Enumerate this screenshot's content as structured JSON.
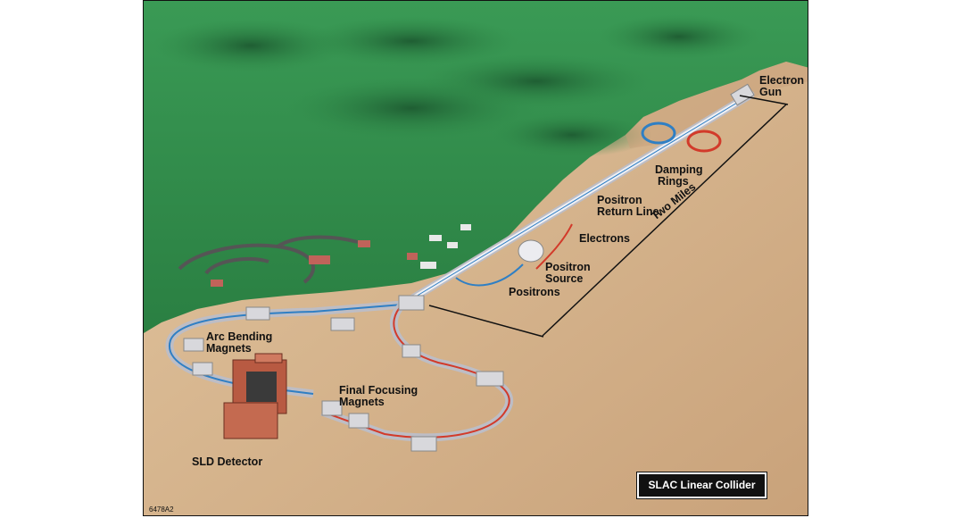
{
  "title": "SLAC Linear Collider",
  "figure_id": "6478A2",
  "labels": {
    "electron_gun": [
      "Electron",
      "Gun"
    ],
    "damping_rings": [
      "Damping",
      "Rings"
    ],
    "positron_return_line": [
      "Positron",
      "Return Line"
    ],
    "electrons": "Electrons",
    "two_miles": "Two Miles",
    "positron_source": [
      "Positron",
      "Source"
    ],
    "positrons": "Positrons",
    "arc_bending_magnets": [
      "Arc Bending",
      "Magnets"
    ],
    "final_focusing_magnets": [
      "Final Focusing",
      "Magnets"
    ],
    "sld_detector": "SLD Detector"
  },
  "colors": {
    "forest": "#2f8a48",
    "ground": "#d6b48c",
    "beamline": "#e6e6ea",
    "electron_beam": "#d23a2a",
    "positron_beam": "#2f7fc4",
    "detector": "#b85a42"
  }
}
